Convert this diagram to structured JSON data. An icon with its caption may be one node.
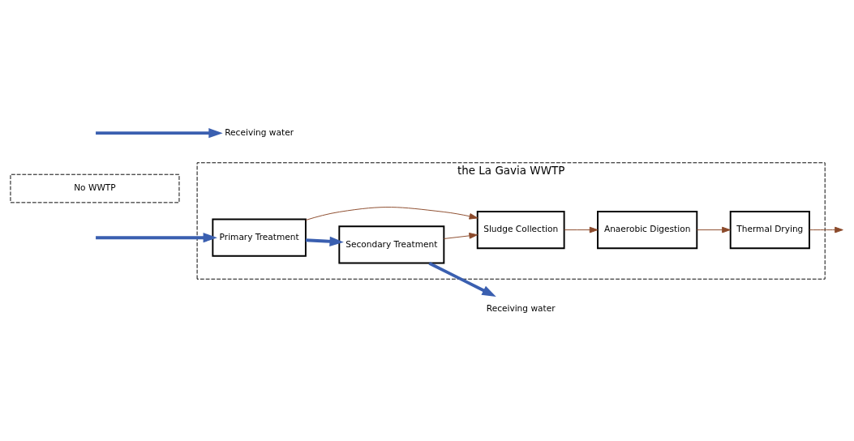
{
  "diagram": {
    "nodes": [
      {
        "text": [
          "the La Gavia WWTP"
        ]
      },
      {
        "text": [
          "Primary Treatment"
        ],
        "in": 0
      },
      {
        "text": [
          "Secondary Treatment"
        ],
        "in": 0
      },
      {
        "text": [
          "Sludge Collection"
        ],
        "in": 0
      },
      {
        "text": [
          "Anaerobic Digestion"
        ],
        "in": 0
      },
      {
        "text": [
          "Thermal Drying"
        ],
        "in": 0
      },
      {
        "text": [
          "Receiving water"
        ]
      },
      {
        "text": [
          "No WWTP"
        ]
      },
      {
        "text": [
          "Receiving water"
        ]
      }
    ],
    "edges": [
      {
        "from": null,
        "to": 1,
        "arrow": "to",
        "style": "thick",
        "color": "#3a5fb0"
      },
      {
        "from": 1,
        "to": 2,
        "arrow": "to",
        "style": "thick",
        "color": "#3a5fb0"
      },
      {
        "from": 2,
        "to": 6,
        "arrow": "to",
        "style": "thick",
        "color": "#3a5fb0"
      },
      {
        "from": 1,
        "to": 3,
        "arrow": "to"
      },
      {
        "from": 2,
        "to": 3,
        "arrow": "to"
      },
      {
        "from": 3,
        "to": 4,
        "arrow": "to"
      },
      {
        "from": 4,
        "to": 5,
        "arrow": "to"
      },
      {
        "from": 5,
        "to": null,
        "arrow": "to"
      },
      {
        "from": null,
        "to": 8,
        "arrow": "to",
        "style": "thick",
        "color": "#3a5fb0"
      }
    ]
  }
}
